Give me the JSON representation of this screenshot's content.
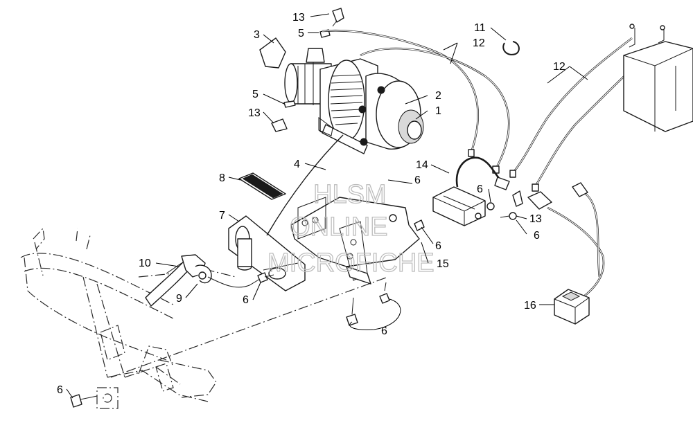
{
  "watermark": {
    "line1": "HLSM",
    "line2": "ONLINE",
    "line3": "MICROFICHE"
  },
  "callouts": [
    {
      "label": "13"
    },
    {
      "label": "5"
    },
    {
      "label": "3"
    },
    {
      "label": "2"
    },
    {
      "label": "1"
    },
    {
      "label": "5"
    },
    {
      "label": "13"
    },
    {
      "label": "11"
    },
    {
      "label": "12"
    },
    {
      "label": "12"
    },
    {
      "label": "4"
    },
    {
      "label": "14"
    },
    {
      "label": "6"
    },
    {
      "label": "6"
    },
    {
      "label": "8"
    },
    {
      "label": "7"
    },
    {
      "label": "13"
    },
    {
      "label": "6"
    },
    {
      "label": "6"
    },
    {
      "label": "15"
    },
    {
      "label": "10"
    },
    {
      "label": "9"
    },
    {
      "label": "6"
    },
    {
      "label": "16"
    },
    {
      "label": "6"
    },
    {
      "label": "6"
    }
  ],
  "colors": {
    "line": "#1a1a1a",
    "watermark": "#bdbdbd",
    "background": "#ffffff"
  }
}
